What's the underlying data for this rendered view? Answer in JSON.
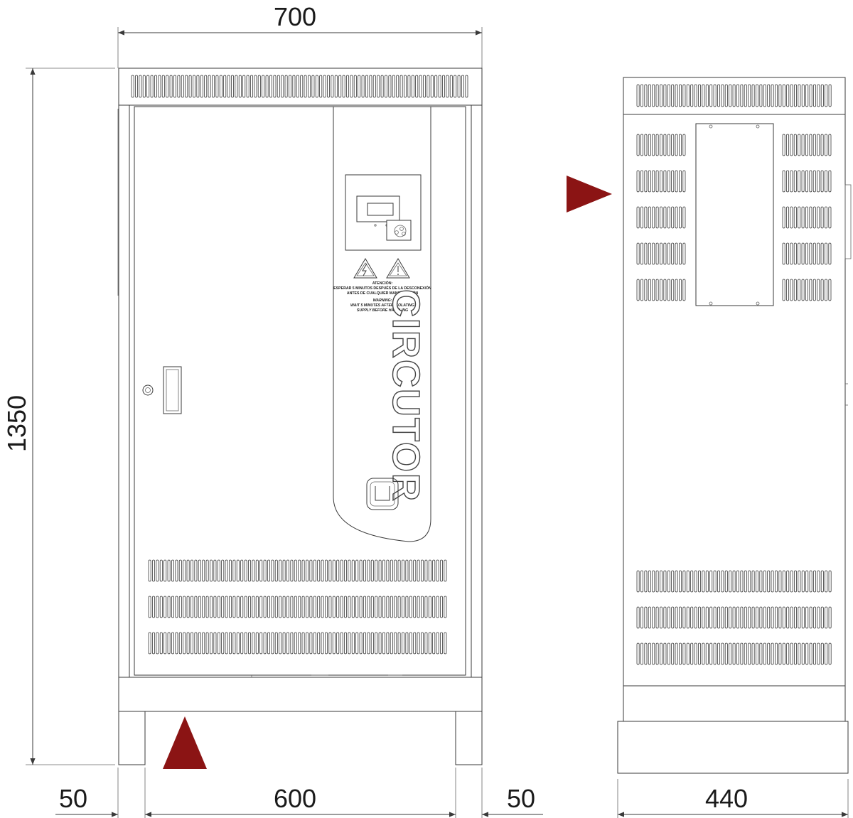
{
  "dimensions": {
    "total_width": "700",
    "total_height": "1350",
    "left_foot": "50",
    "inner_width": "600",
    "right_foot": "50",
    "depth": "440"
  },
  "brand": {
    "name": "CIRCUTOR"
  },
  "warning": {
    "line1": "ATENCIÓN:",
    "line2": "ESPERAR 5 MINUTOS DESPUÉS DE LA DESCONEXIÓN",
    "line3": "ANTES DE CUALQUIER MANIPULACIÓN",
    "line4": "WARNING:",
    "line5": "WAIT 5 MINUTES AFTER ISOLATING",
    "line6": "SUPPLY BEFORE HANDLING"
  },
  "colors": {
    "line": "#3a3a3a",
    "marker": "#8b1414",
    "background": "#ffffff"
  }
}
